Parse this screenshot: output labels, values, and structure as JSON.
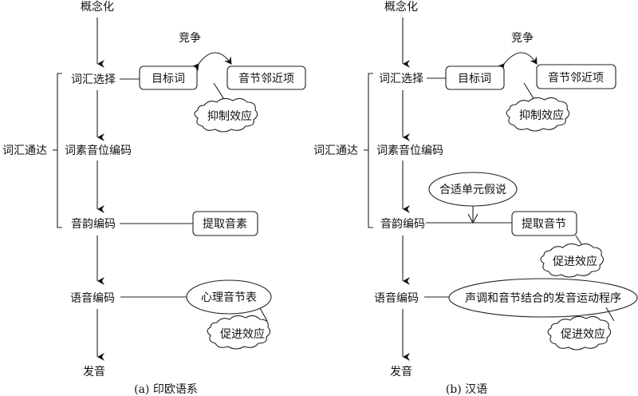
{
  "panels": [
    {
      "caption": "(a) 印欧语系",
      "conceptualization": "概念化",
      "competition": "竞争",
      "lexical_selection": "词汇选择",
      "target_word": "目标词",
      "syllable_neighbor": "音节邻近项",
      "inhibition": "抑制效应",
      "lexical_access": "词汇通达",
      "morpheme_encoding": "词素音位编码",
      "prosodic_encoding": "音韵编码",
      "retrieve": "提取音素",
      "phonetic_encoding": "语音编码",
      "syllabary": "心理音节表",
      "facilitation": "促进效应",
      "articulation": "发音"
    },
    {
      "caption": "(b) 汉语",
      "conceptualization": "概念化",
      "competition": "竞争",
      "lexical_selection": "词汇选择",
      "target_word": "目标词",
      "syllable_neighbor": "音节邻近项",
      "inhibition": "抑制效应",
      "lexical_access": "词汇通达",
      "morpheme_encoding": "词素音位编码",
      "hypothesis": "合适单元假说",
      "prosodic_encoding": "音韵编码",
      "retrieve": "提取音节",
      "facilitation_1": "促进效应",
      "phonetic_encoding": "语音编码",
      "motor_program": "声调和音节结合的发音运动程序",
      "facilitation_2": "促进效应",
      "articulation": "发音"
    }
  ]
}
